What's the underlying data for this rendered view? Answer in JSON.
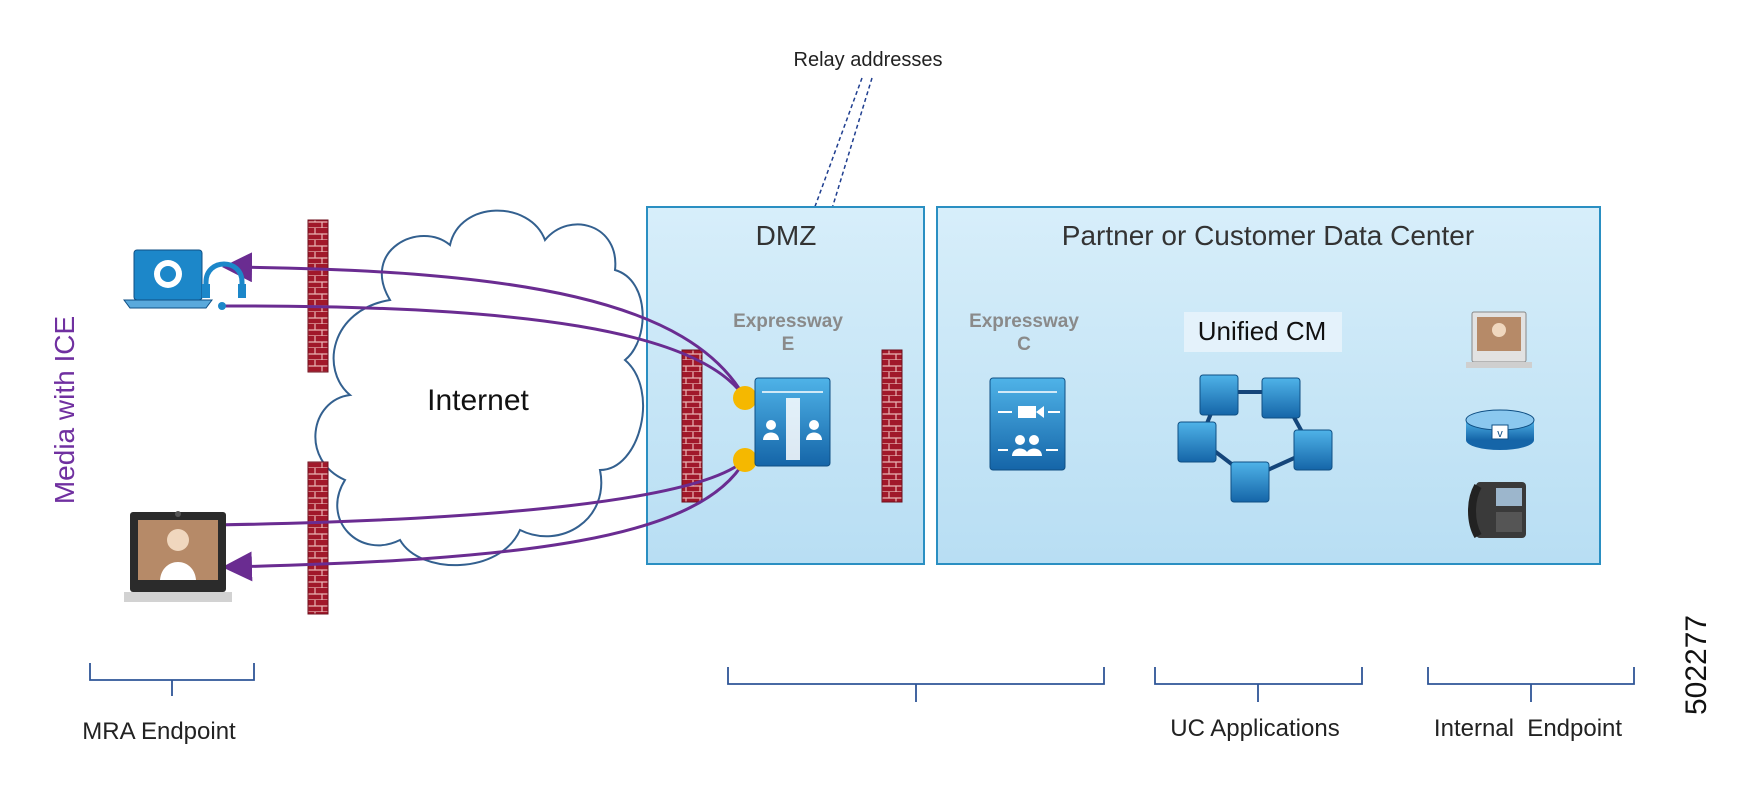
{
  "labels": {
    "relay": "Relay addresses",
    "dmz": "DMZ",
    "datacenter": "Partner or Customer Data Center",
    "expressway_e_line1": "Expressway",
    "expressway_e_line2": "E",
    "expressway_c_line1": "Expressway",
    "expressway_c_line2": "C",
    "unified_cm": "Unified CM",
    "internet": "Internet",
    "media_ice": "Media with ICE",
    "mra_endpoint": "MRA Endpoint",
    "uc_applications": "UC Applications",
    "internal_endpoint": "Internal  Endpoint",
    "figure_id": "502277"
  },
  "icons": {
    "laptop": "jabber-laptop-icon",
    "headset": "headset-icon",
    "video_endpoint": "video-endpoint-icon",
    "expressway_e": "expressway-e-icon",
    "expressway_c": "expressway-c-icon",
    "unified_cm_cluster": "unified-cm-cluster-icon",
    "router": "router-icon",
    "ip_phone": "ip-phone-icon",
    "firewall": "firewall-icon"
  },
  "colors": {
    "zone_fill": "#c4e4f6",
    "zone_border": "#2a8fc2",
    "media_path": "#6a2c91",
    "relay_line": "#1f3e8f",
    "relay_dot": "#f5b800",
    "firewall": "#a1182a",
    "bracket": "#2f5597",
    "device_blue": "#1c87c9"
  }
}
